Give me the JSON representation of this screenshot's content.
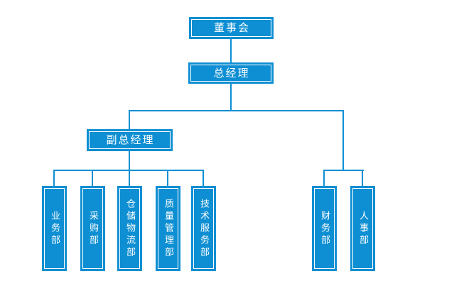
{
  "diagram": {
    "type": "org-chart",
    "background_color": "#ffffff",
    "node_fill_color": "#0e8fd3",
    "node_text_color": "#ffffff",
    "node_inner_border_color": "#ffffff",
    "connector_color": "#0e8fd3",
    "nodes": {
      "board": {
        "label": "董事会",
        "orientation": "horizontal"
      },
      "general_manager": {
        "label": "总经理",
        "orientation": "horizontal"
      },
      "deputy_general_manager": {
        "label": "副总经理",
        "orientation": "horizontal"
      },
      "business": {
        "label": "业务部",
        "orientation": "vertical"
      },
      "purchasing": {
        "label": "采购部",
        "orientation": "vertical"
      },
      "warehouse_logistics": {
        "label": "仓储物流部",
        "orientation": "vertical"
      },
      "quality_management": {
        "label": "质量管理部",
        "orientation": "vertical"
      },
      "technical_service": {
        "label": "技术服务部",
        "orientation": "vertical"
      },
      "finance": {
        "label": "财务部",
        "orientation": "vertical"
      },
      "hr": {
        "label": "人事部",
        "orientation": "vertical"
      }
    },
    "hierarchy": [
      {
        "parent": "董事会",
        "children": [
          "总经理"
        ]
      },
      {
        "parent": "总经理",
        "children": [
          "副总经理",
          "财务部",
          "人事部"
        ]
      },
      {
        "parent": "副总经理",
        "children": [
          "业务部",
          "采购部",
          "仓储物流部",
          "质量管理部",
          "技术服务部"
        ]
      }
    ]
  }
}
